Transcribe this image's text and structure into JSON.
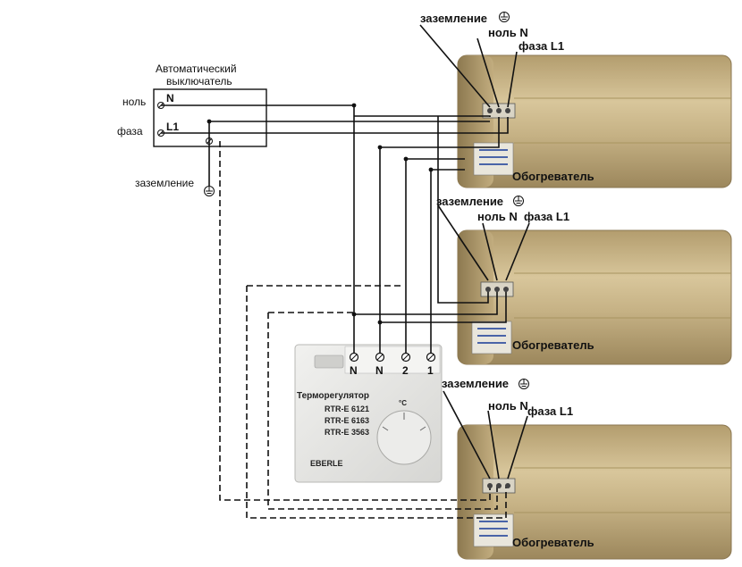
{
  "breaker": {
    "title_line1": "Автоматический",
    "title_line2": "выключатель",
    "neutral_label": "ноль",
    "phase_label": "фаза",
    "ground_label": "заземление",
    "terminal_n": "N",
    "terminal_l1": "L1"
  },
  "heaters": [
    {
      "name": "Обогреватель",
      "ground_label": "заземление",
      "neutral_label": "ноль N",
      "phase_label": "фаза L1"
    },
    {
      "name": "Обогреватель",
      "ground_label": "заземление",
      "neutral_label": "ноль N",
      "phase_label": "фаза L1"
    },
    {
      "name": "Обогреватель",
      "ground_label": "заземление",
      "neutral_label": "ноль N",
      "phase_label": "фаза L1"
    }
  ],
  "thermostat": {
    "title": "Терморегулятор",
    "models": [
      "RTR-E 6121",
      "RTR-E 6163",
      "RTR-E 3563"
    ],
    "brand": "EBERLE",
    "unit": "°C",
    "terminals": [
      "N",
      "N",
      "2",
      "1"
    ]
  },
  "colors": {
    "heater_body": "#c9b58a",
    "heater_shadow": "#8f7c55",
    "thermostat_body": "#e6e6e4",
    "wire": "#111111"
  }
}
